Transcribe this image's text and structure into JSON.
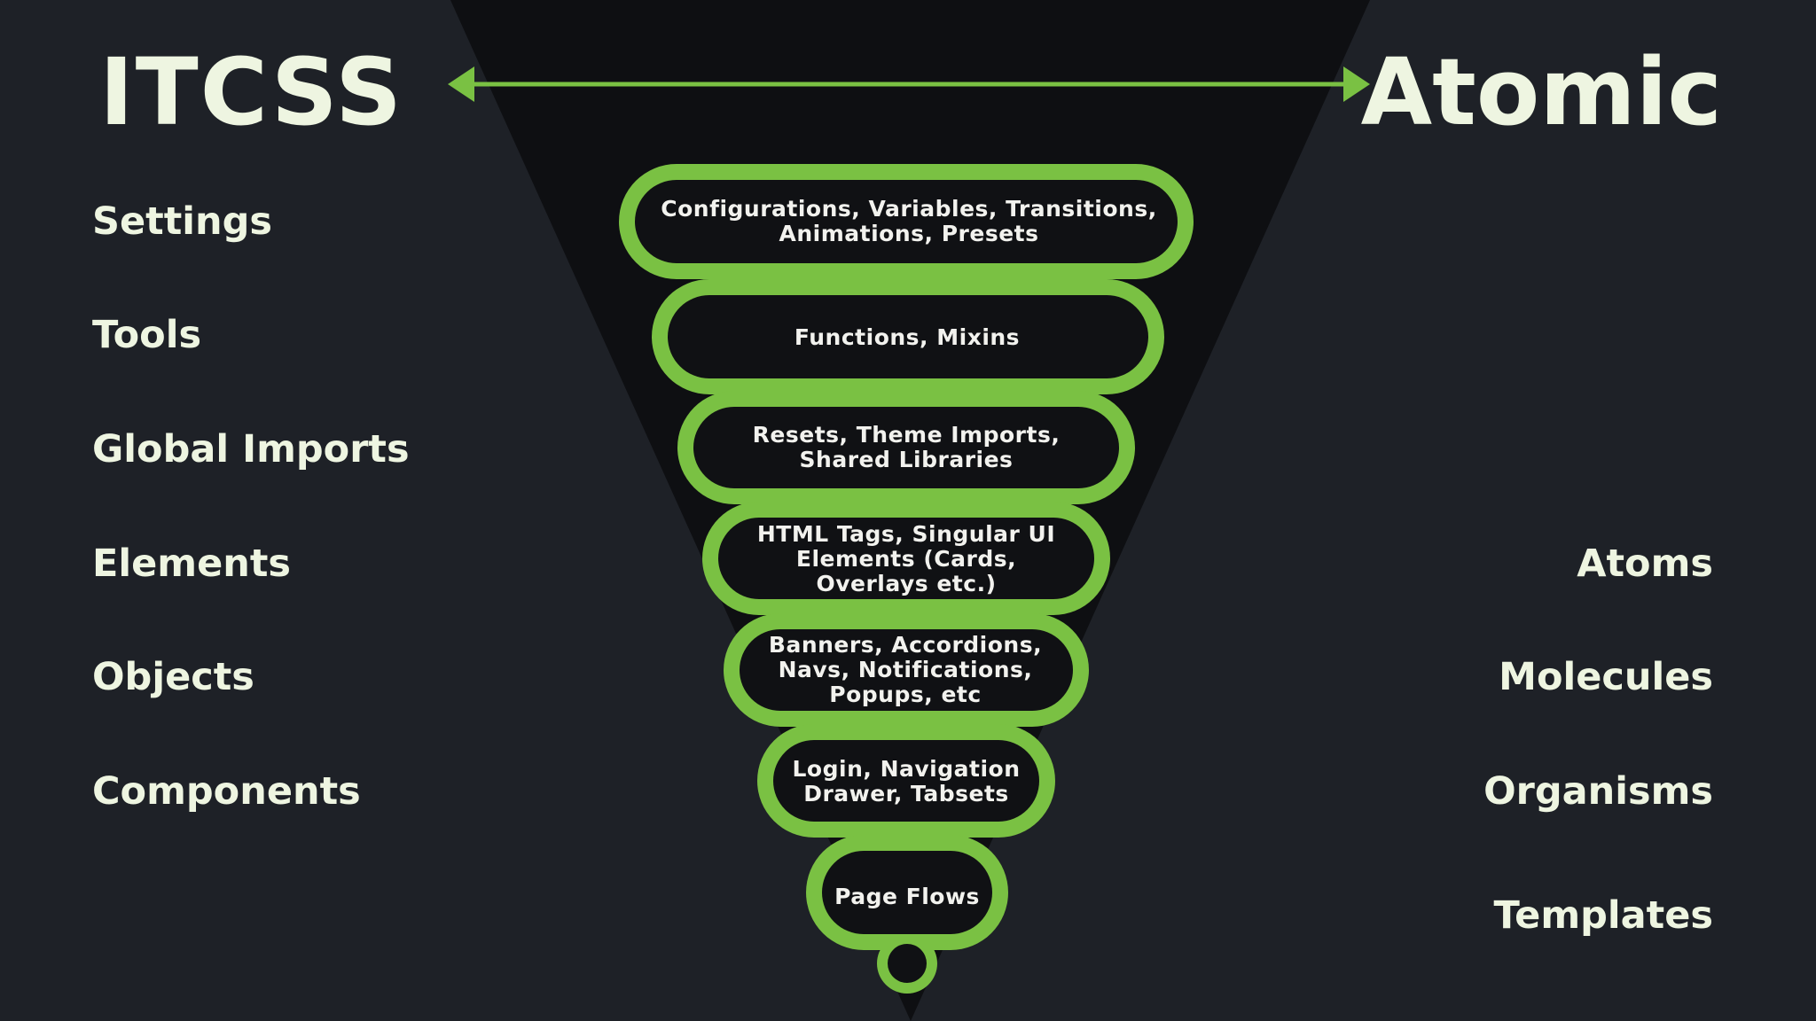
{
  "title_left": "ITCSS",
  "title_right": "Atomic",
  "itcss_layers": [
    "Settings",
    "Tools",
    "Global Imports",
    "Elements",
    "Objects",
    "Components"
  ],
  "atomic_layers": [
    "Atoms",
    "Molecules",
    "Organisms",
    "Templates"
  ],
  "funnel_layers": [
    "Configurations, Variables, Transitions,\nAnimations, Presets",
    "Functions, Mixins",
    "Resets, Theme Imports,\nShared Libraries",
    "HTML Tags, Singular UI\nElements (Cards,\nOverlays etc.)",
    "Banners, Accordions,\nNavs, Notifications,\nPopups, etc",
    "Login, Navigation\nDrawer, Tabsets",
    "Page Flows"
  ],
  "colors": {
    "background": "#1e2127",
    "funnel": "#0e0f12",
    "accent_green": "#7ac143",
    "text": "#eef5e1"
  }
}
